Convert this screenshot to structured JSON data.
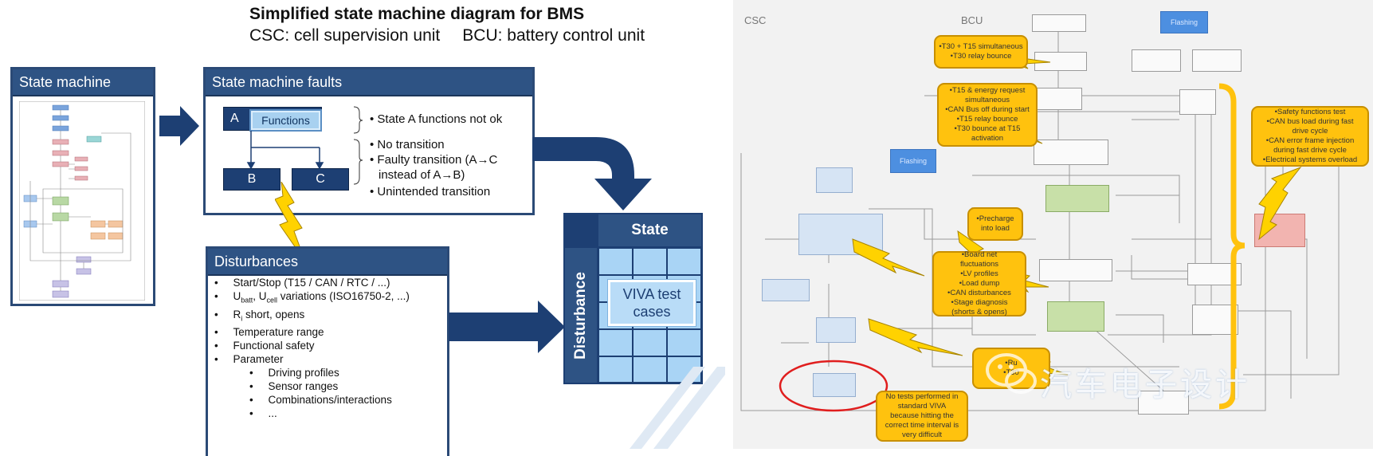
{
  "header": {
    "title": "Simplified state machine diagram for BMS",
    "csc_def": "CSC: cell supervision unit",
    "bcu_def": "BCU:  battery control unit"
  },
  "state_machine": {
    "title": "State machine"
  },
  "faults": {
    "title": "State machine faults",
    "box_a": "A",
    "functions": "Functions",
    "box_b": "B",
    "box_c": "C",
    "bullets": [
      "State A functions not ok",
      "No transition",
      "Faulty transition (A→C",
      "instead of A→B)",
      "Unintended transition"
    ]
  },
  "disturbances": {
    "title": "Disturbances",
    "items": [
      "Start/Stop (T15 / CAN / RTC / ...)",
      "U",
      "R",
      "Temperature range",
      "Functional safety",
      "Parameter"
    ],
    "ubatt": {
      "u1": "U",
      "sub1": "batt",
      "comma": ", U",
      "sub2": "cell",
      "rest": " variations (ISO16750-2, ...)"
    },
    "ri": {
      "r": "R",
      "sub": "i",
      "rest": " short, opens"
    },
    "subitems": [
      "Driving profiles",
      "Sensor ranges",
      "Combinations/interactions",
      "..."
    ]
  },
  "matrix": {
    "state_label": "State",
    "disturbance_label": "Disturbance",
    "viva_label_1": "VIVA test",
    "viva_label_2": "cases"
  },
  "right_diagram": {
    "csc_label": "CSC",
    "bcu_label": "BCU",
    "flashing_1": "Flashing",
    "flashing_2": "Flashing",
    "callouts": {
      "c1": [
        "•T30 + T15 simultaneous",
        "•T30 relay bounce"
      ],
      "c2": [
        "•T15 & energy request",
        "simultaneous",
        "•CAN Bus off during start",
        "•T15 relay bounce",
        "•T30 bounce at T15",
        "activation"
      ],
      "c3": [
        "•Safety functions test",
        "•CAN bus load during fast",
        "drive cycle",
        "•CAN error frame injection",
        "during fast drive cycle",
        "•Electrical systems overload"
      ],
      "c4": [
        "•Precharge",
        "into load"
      ],
      "c5": [
        "•Board net",
        "fluctuations",
        "•LV profiles",
        "•Load dump",
        "•CAN disturbances",
        "•Stage diagnosis",
        "(shorts & opens)"
      ],
      "c6": [
        "•Ru",
        "•T30"
      ],
      "c7": [
        "No tests performed in",
        "standard VIVA",
        "because hitting the",
        "correct time interval is",
        "very difficult"
      ]
    },
    "watermark": "汽车电子设计",
    "colors": {
      "callout": "#ffc20e",
      "bracket": "#ffc20e",
      "red_oval": "#e01e1e",
      "green_state": "#c8e0a8",
      "red_state": "#f2b4b0"
    }
  },
  "colors": {
    "navy": "#2e5384",
    "light_blue": "#a9d4f5",
    "lightning": "#ffd200"
  }
}
